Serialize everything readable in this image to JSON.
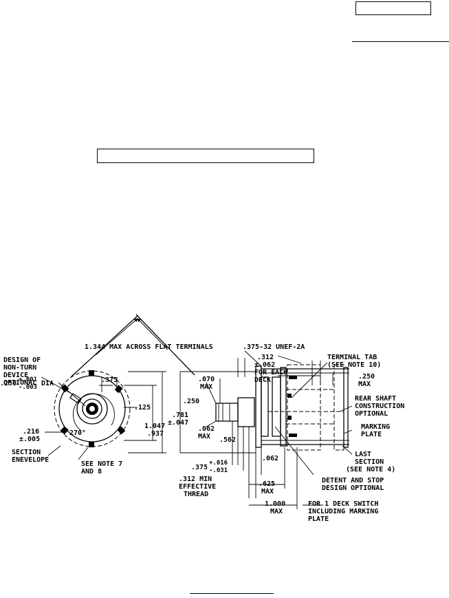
{
  "labels": {
    "flat_terminals": "1.344 MAX ACROSS FLAT TERMINALS",
    "design_non_turn": [
      "DESIGN OF",
      "NON-TURN",
      "DEVICE",
      "OPTIONAL"
    ],
    "dim_375": ".375",
    "dim_250_tol": ".250",
    "tol_plus_001": "+.001",
    "tol_minus_003": "-.003",
    "dia": "DIA",
    "dim_125": ".125",
    "dim_1047": "1.047",
    "dim_937": ".937",
    "dim_216": ".216",
    "tol_005": "±.005",
    "angle_270": "270°",
    "section_envelope": [
      "SECTION",
      "ENEVELOPE"
    ],
    "see_note_7": [
      "SEE NOTE 7",
      "AND 8"
    ],
    "thread": ".375-32 UNEF-2A",
    "dim_312_each": [
      ".312",
      "±.062",
      "FOR EACH",
      "DECK"
    ],
    "terminal_tab": [
      "TERMINAL TAB",
      "(SEE NOTE 10)"
    ],
    "dim_250_max": [
      ".250",
      "MAX"
    ],
    "dim_070_max": [
      ".070",
      "MAX"
    ],
    "dim_250_side": ".250",
    "dim_781": [
      ".781",
      "±.047"
    ],
    "dim_062_max": [
      ".062",
      "MAX"
    ],
    "dim_562": ".562",
    "dim_062": ".062",
    "dim_375_tol": [
      ".375",
      "+.016",
      "-.031"
    ],
    "dim_312_min": [
      ".312 MIN",
      "EFFECTIVE",
      "THREAD"
    ],
    "dim_625_max": [
      ".625",
      "MAX"
    ],
    "dim_1000_max": [
      "1.000",
      "MAX"
    ],
    "rear_shaft": [
      "REAR SHAFT",
      "CONSTRUCTION",
      "OPTIONAL"
    ],
    "marking_plate": [
      "MARKING",
      "PLATE"
    ],
    "last_section": [
      "LAST",
      "SECTION",
      "(SEE NOTE 4)"
    ],
    "detent_stop": [
      "DETENT AND STOP",
      "DESIGN OPTIONAL"
    ],
    "one_deck": [
      "FOR 1 DECK SWITCH",
      "INCLUDING MARKING",
      "PLATE"
    ]
  }
}
